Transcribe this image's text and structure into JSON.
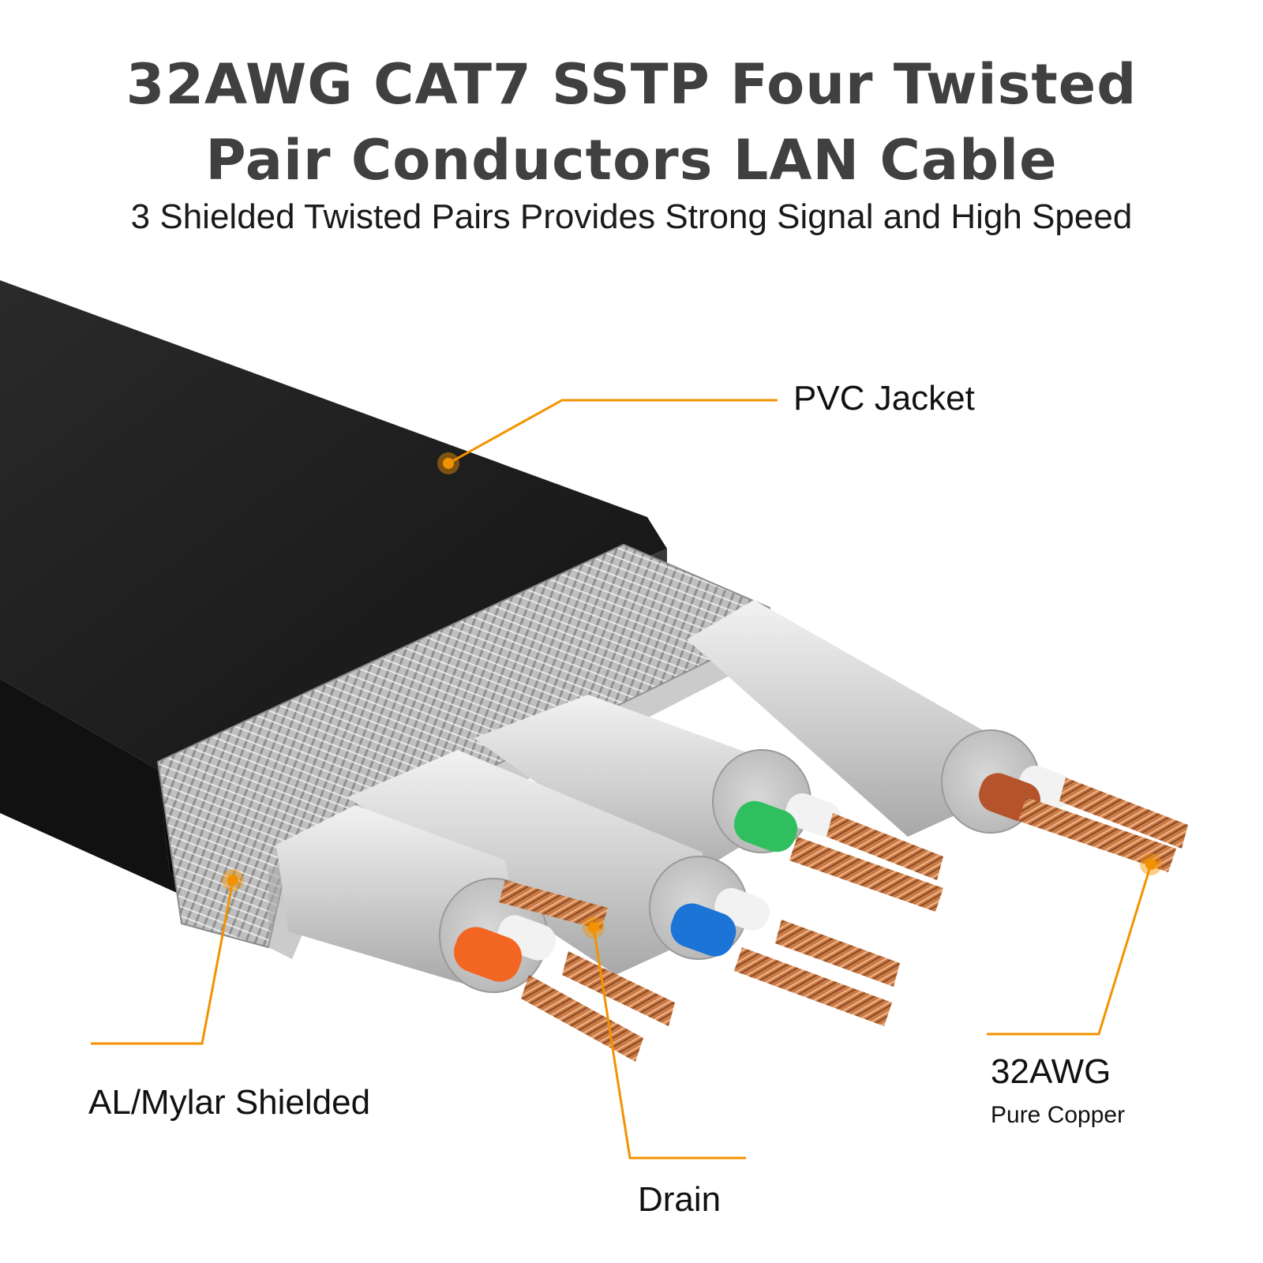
{
  "title": {
    "line1": "32AWG CAT7 SSTP Four Twisted",
    "line2": "Pair Conductors LAN Cable",
    "subtitle": "3 Shielded Twisted Pairs Provides Strong Signal and High Speed"
  },
  "callouts": {
    "pvc_jacket": "PVC Jacket",
    "al_mylar": "AL/Mylar Shielded",
    "drain": "Drain",
    "awg": "32AWG",
    "awg_sub": "Pure Copper"
  },
  "colors": {
    "callout_line": "#f39200",
    "jacket": "#1b1b1b",
    "braid": "#c8c8c8",
    "foil": "#d9d9d9",
    "copper": "#c8743f",
    "pair_orange": "#f26522",
    "pair_blue": "#1c75d6",
    "pair_green": "#2fbf5f",
    "pair_brown": "#b5532d",
    "insulation_white": "#f2f2f2"
  },
  "pairs": [
    {
      "color_name": "orange"
    },
    {
      "color_name": "blue"
    },
    {
      "color_name": "green"
    },
    {
      "color_name": "brown"
    }
  ]
}
